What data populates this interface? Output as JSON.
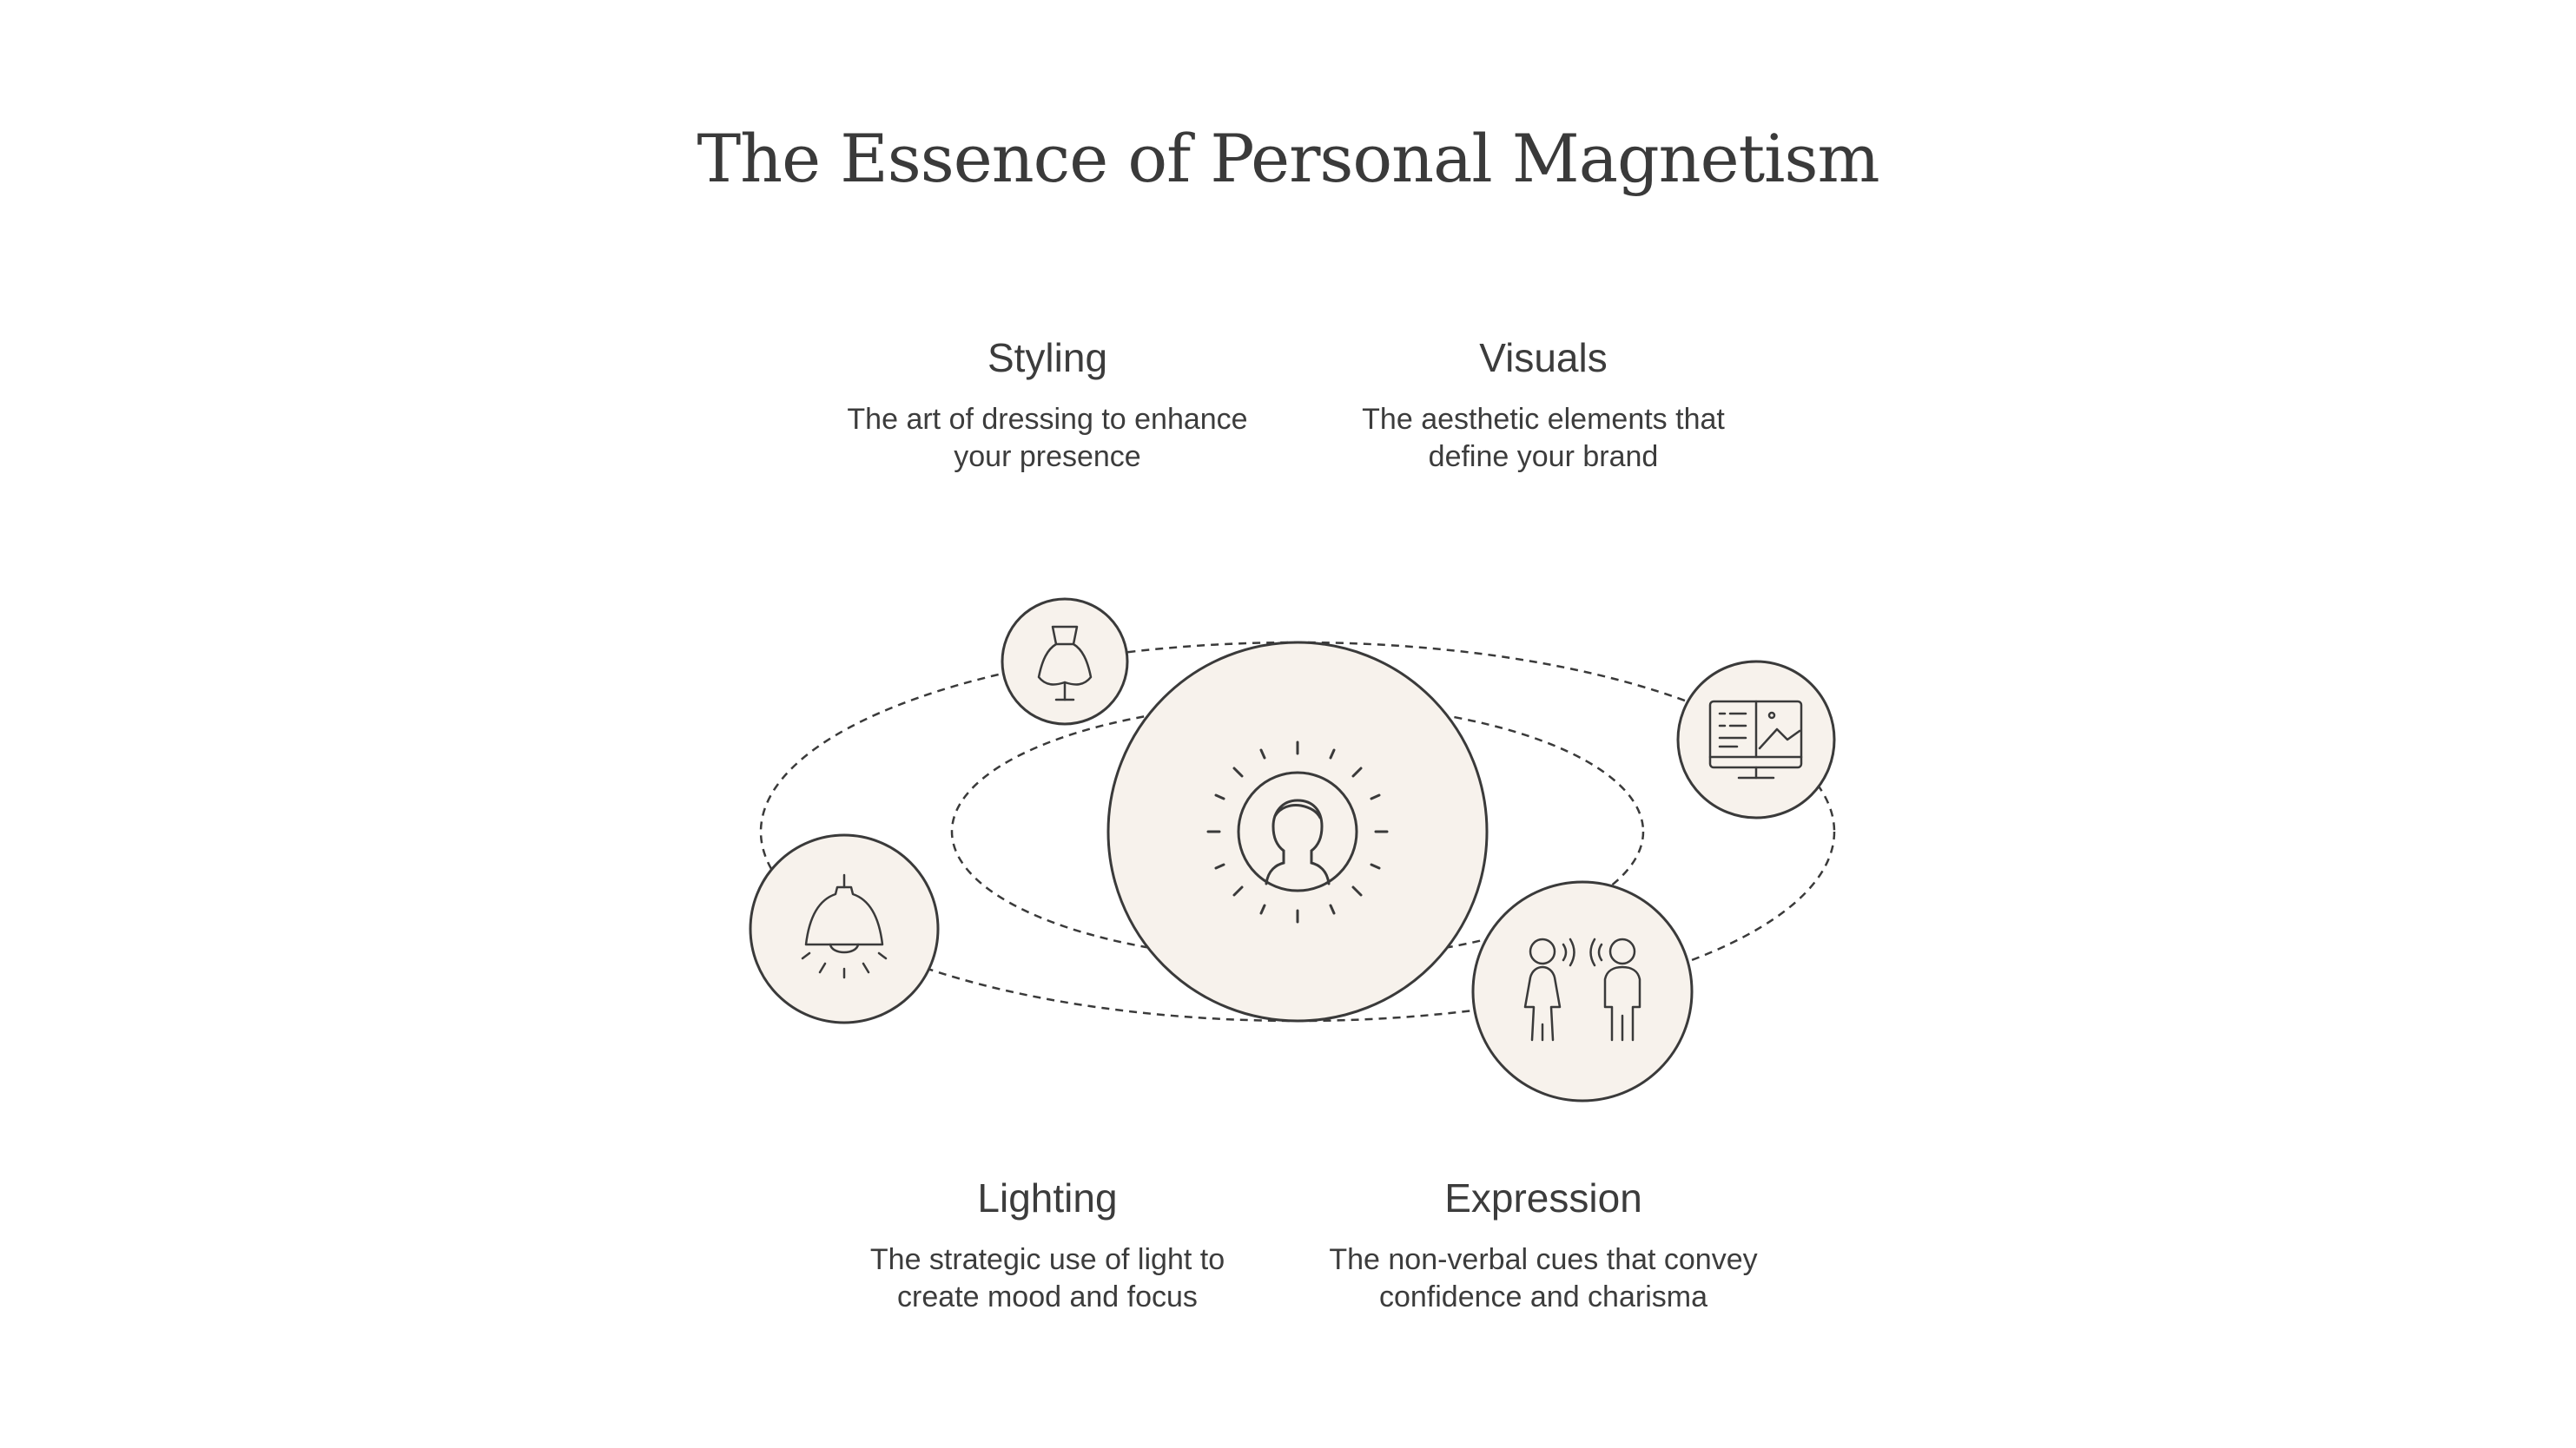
{
  "title": "The Essence of Personal Magnetism",
  "nodes": {
    "center": {
      "icon": "person-silhouette-icon"
    },
    "styling": {
      "heading": "Styling",
      "description": "The art of dressing to enhance\nyour presence",
      "icon": "dress-form-icon"
    },
    "visuals": {
      "heading": "Visuals",
      "description": "The aesthetic elements that\ndefine your brand",
      "icon": "monitor-layout-icon"
    },
    "lighting": {
      "heading": "Lighting",
      "description": "The strategic use of light to\ncreate mood and focus",
      "icon": "pendant-lamp-icon"
    },
    "expression": {
      "heading": "Expression",
      "description": "The non-verbal cues that convey\nconfidence and charisma",
      "icon": "people-communicating-icon"
    }
  },
  "colors": {
    "circle_fill": "#f7f2ec",
    "stroke": "#3a3a3a",
    "text": "#3c3c3c"
  }
}
